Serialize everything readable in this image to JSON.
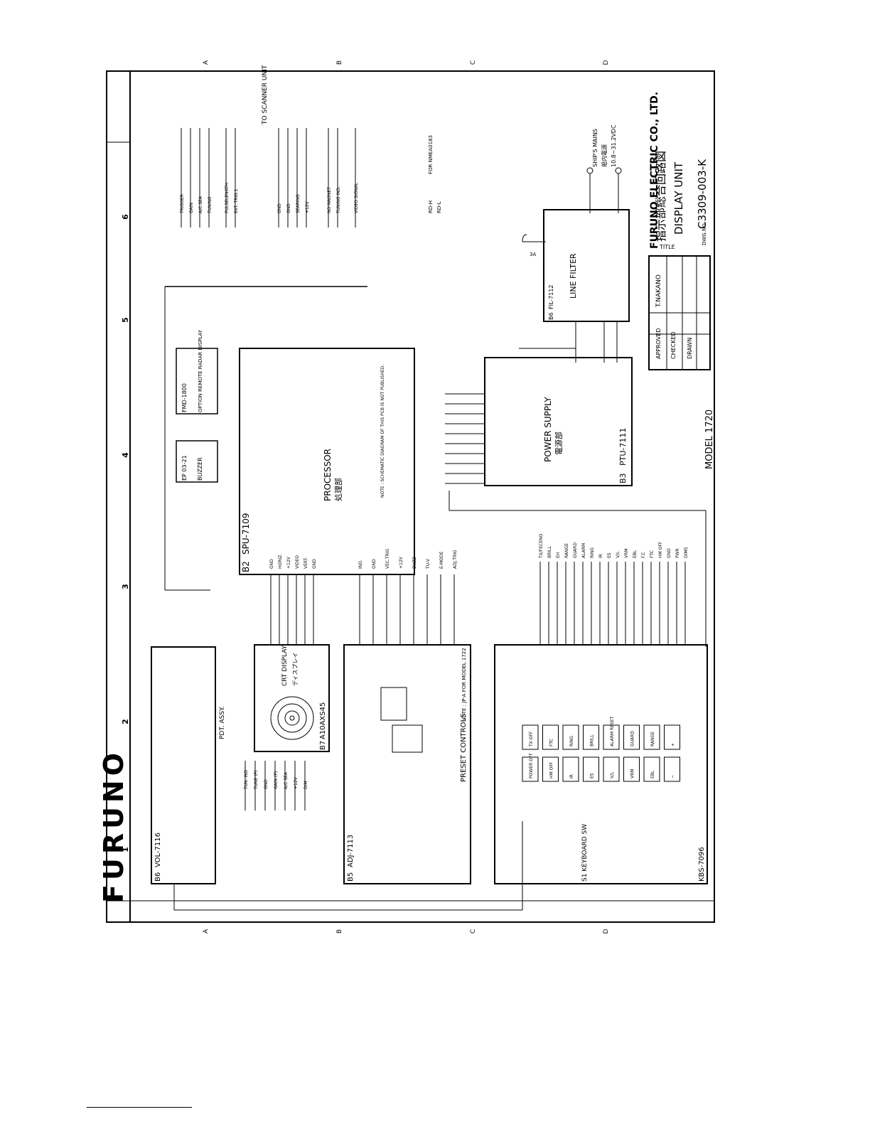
{
  "brand": "FURUNO",
  "company": "FURUNO ELECTRIC CO., LTD.",
  "title_block": {
    "title_label": "TITLE",
    "title_jp": "指示部総合回路図",
    "title_en": "DISPLAY UNIT",
    "dwg_label": "DWG.NO.",
    "dwg_no": "C3309-003-K",
    "model": "MODEL 1720",
    "approved_label": "APPROVED",
    "approved_by": "T.NAKANO",
    "checked_label": "CHECKED",
    "drawn_label": "DRAWN"
  },
  "zones": {
    "letters": [
      "A",
      "B",
      "C",
      "D"
    ],
    "numbers": [
      "1",
      "2",
      "3",
      "4",
      "5",
      "6"
    ]
  },
  "blocks": {
    "processor": {
      "id": "B2",
      "part": "SPU-7109",
      "name_en": "PROCESSOR",
      "name_jp": "処理部",
      "note": "NOTE : SCHEMATIC DIAGRAM OF THIS PCB IS NOT PUBLISHED."
    },
    "power": {
      "id": "B3",
      "part": "PTU-7111",
      "name_en": "POWER SUPPLY",
      "name_jp": "電源部"
    },
    "filter": {
      "id": "B6",
      "part": "FIL-7112",
      "name": "LINE FILTER"
    },
    "crt": {
      "id": "B7",
      "part": "A10AXS45",
      "name_en": "CRT DISPLAY",
      "name_jp": "ディスプレイ"
    },
    "vol": {
      "id": "B6",
      "part": "VOL-7116",
      "name": "PDT. ASSY."
    },
    "adj": {
      "id": "B5",
      "part": "ADJ-7113",
      "name": "PRESET CONTROLS",
      "note": "NOTE : JP-A FOR MODEL 1722"
    },
    "keyboard": {
      "part": "KBS-7096",
      "name": "S1 KEYBOARD SW"
    },
    "buzzer": {
      "part": "EP 03-21",
      "name": "BUZZER"
    },
    "remote": {
      "part": "FMD-1800",
      "name": "OPTION REMOTE RADAR DISPLAY"
    }
  },
  "scanner": {
    "title": "TO SCANNER UNIT",
    "signals": [
      "TRIGGER",
      "GAIN",
      "A/C SEA",
      "TUNING",
      "PULSELENGTH",
      "EXT. TRIG.1",
      "GND",
      "GND",
      "SEARING",
      "+12V",
      "NO MAGNET",
      "TUNING IND.",
      "VIDEO SIGNAL"
    ]
  },
  "nmea": {
    "label": "FOR NMEA0183",
    "pins": [
      "RD-H",
      "RD-L"
    ]
  },
  "mains": {
    "label": "SHIP'S MAINS",
    "jp": "船内電源",
    "range": "10.8~31.2VDC",
    "fuse": "3A"
  },
  "ext_pins": {
    "j55": [
      "GND",
      "HORIZ.",
      "+12V",
      "VIDEO",
      "VERT.",
      "GND"
    ],
    "j54": [
      "IND.",
      "GND",
      "VEC.TRIG",
      "+12V",
      "BUZZ",
      "TU-V",
      "E-MODE",
      "ADJ.TRIG"
    ],
    "j53": [
      "TX/FECENO",
      "BRILL",
      "EH",
      "RANGE",
      "GUARD",
      "ALARM",
      "RING",
      "IR",
      "ES",
      "V/L",
      "VRM",
      "EBL",
      "F.C",
      "FTC",
      "HM OFF",
      "GND",
      "PWR",
      "DIMS"
    ],
    "jpdt": [
      "TUN. IND",
      "TUNE (P)",
      "GND",
      "GAIN (P)",
      "A/C SEA",
      "+12V",
      "DIM"
    ]
  },
  "keys": [
    "TX OFF",
    "FTC",
    "RING",
    "BRILL",
    "ALARM RESET",
    "GUARD",
    "RANGE",
    "+",
    "POWER OFF",
    "HM OFF",
    "IR",
    "ES",
    "V/L",
    "VRM",
    "EBL",
    "−"
  ]
}
